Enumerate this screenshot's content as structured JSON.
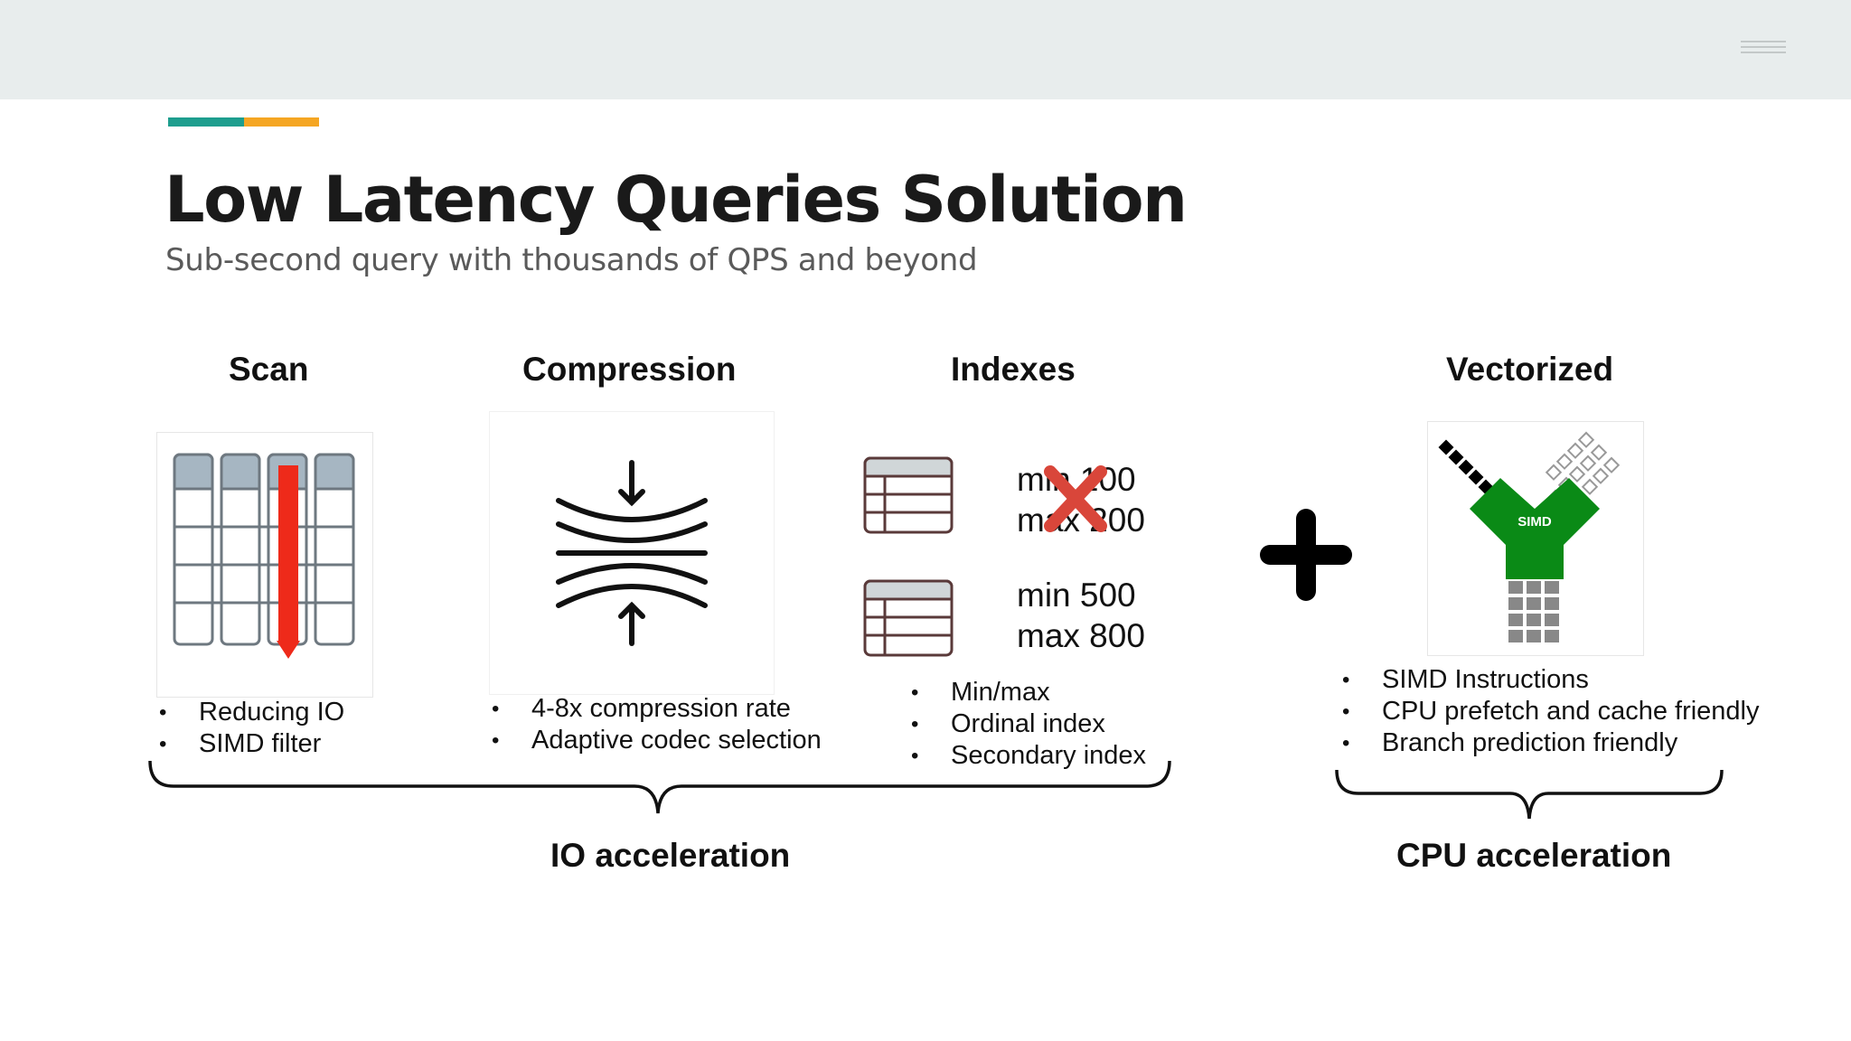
{
  "header": {
    "menu_icon": "hamburger-menu-icon"
  },
  "accent_colors": {
    "teal": "#1e9e8e",
    "orange": "#f5a623"
  },
  "title": "Low Latency Queries Solution",
  "subtitle": "Sub-second query with thousands of QPS and beyond",
  "sections": {
    "scan": {
      "heading": "Scan",
      "bullets": [
        "Reducing IO",
        "SIMD filter"
      ]
    },
    "compression": {
      "heading": "Compression",
      "bullets": [
        "4-8x compression rate",
        "Adaptive codec selection"
      ]
    },
    "indexes": {
      "heading": "Indexes",
      "block1": {
        "min": "min 100",
        "max": "max 200"
      },
      "block2": {
        "min": "min 500",
        "max": "max 800"
      },
      "bullets": [
        "Min/max",
        "Ordinal index",
        "Secondary index"
      ]
    },
    "vectorized": {
      "heading": "Vectorized",
      "simd_label": "SIMD",
      "bullets": [
        "SIMD Instructions",
        "CPU prefetch and cache friendly",
        "Branch prediction friendly"
      ]
    }
  },
  "groups": {
    "io": "IO acceleration",
    "cpu": "CPU acceleration"
  },
  "icons": [
    "hamburger-menu-icon",
    "column-scan-icon",
    "compression-icon",
    "index-table-icon",
    "red-x-icon",
    "plus-icon",
    "simd-funnel-icon"
  ]
}
